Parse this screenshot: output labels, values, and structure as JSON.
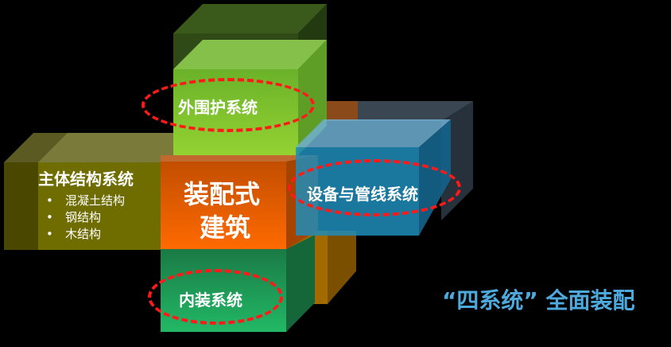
{
  "diagram": {
    "center": {
      "line1": "装配式",
      "line2": "建筑",
      "color": "#f26a0a"
    },
    "top": {
      "label": "外围护系统",
      "color": "#7dc232"
    },
    "left": {
      "label": "主体结构系统",
      "items": [
        "混凝土结构",
        "钢结构",
        "木结构"
      ],
      "bullet": "•",
      "color": "#6f6c00"
    },
    "right": {
      "label": "设备与管线系统",
      "color": "#2a8ab5"
    },
    "bottom": {
      "label": "内装系统",
      "color": "#1fa862"
    },
    "slogan": "“四系统” 全面装配",
    "slogan_color": "#4ea9dc",
    "highlight_color": "#ff1a1a"
  }
}
